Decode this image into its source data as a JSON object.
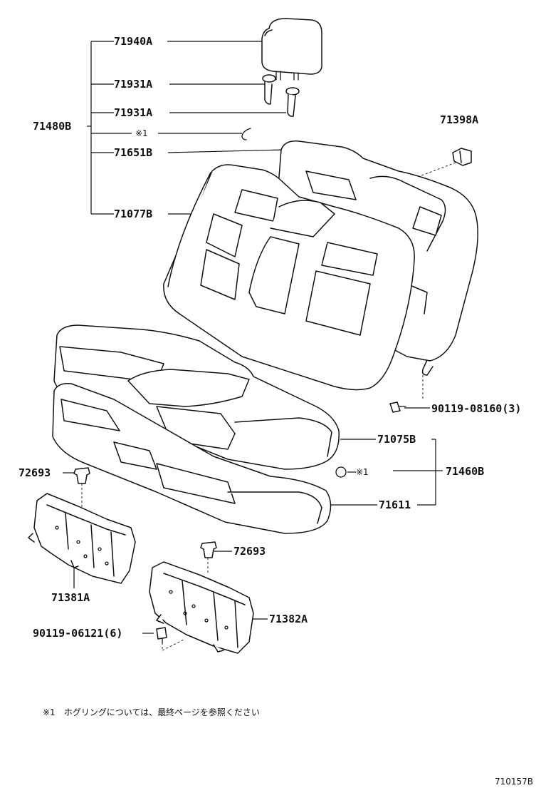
{
  "labels": {
    "headrest": "71940A",
    "support_1": "71931A",
    "support_2": "71931A",
    "assembly_back": "71480B",
    "hogring_back": "※1",
    "back_cover": "71651B",
    "back_pad": "71077B",
    "hook": "71398A",
    "bolt_back": "90119-08160(3)",
    "cushion_cover": "71075B",
    "hogring_cushion": "※1",
    "assembly_cushion": "71460B",
    "cushion_pad": "71611",
    "clip_left": "72693",
    "clip_right": "72693",
    "bracket_left": "71381A",
    "bracket_right": "71382A",
    "bolt_bracket": "90119-06121(6)"
  },
  "footnote": "※1　ホグリングについては、最終ページを参照ください",
  "figure_number": "710157B"
}
